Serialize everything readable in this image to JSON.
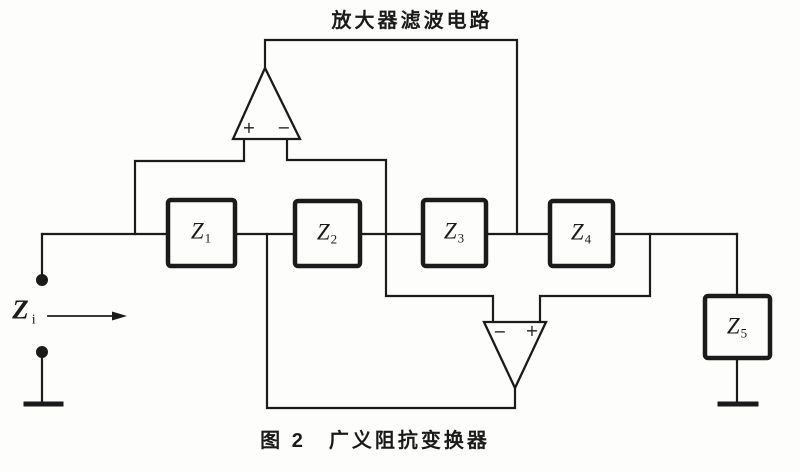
{
  "figure": {
    "top_label": "放大器滤波电路",
    "caption": "图 2　广义阻抗变换器",
    "input_impedance": {
      "base": "Z",
      "sub": "i"
    },
    "boxes": [
      {
        "base": "Z",
        "sub": "1"
      },
      {
        "base": "Z",
        "sub": "2"
      },
      {
        "base": "Z",
        "sub": "3"
      },
      {
        "base": "Z",
        "sub": "4"
      },
      {
        "base": "Z",
        "sub": "5"
      }
    ],
    "opamp_top": {
      "left_input": "+",
      "right_input": "−"
    },
    "opamp_bottom": {
      "left_input": "−",
      "right_input": "+"
    },
    "colors": {
      "ink": "#1b1b1b",
      "paper": "#fdfdfc"
    }
  }
}
